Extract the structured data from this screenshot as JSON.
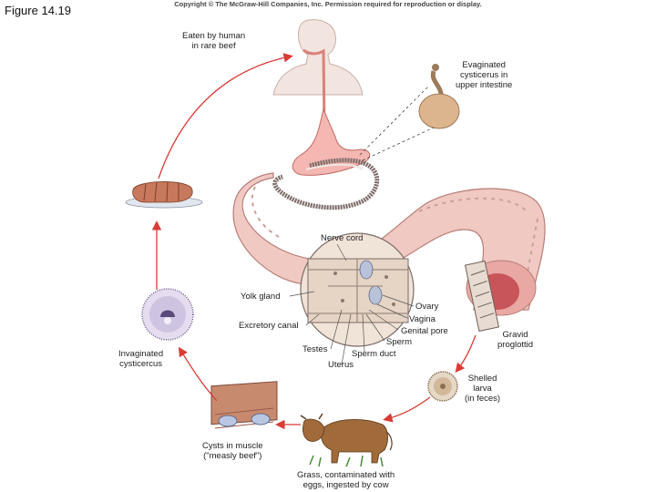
{
  "figure_label": "Figure 14.19",
  "copyright": "Copyright © The McGraw-Hill Companies, Inc. Permission required for reproduction or display.",
  "stages": {
    "human": "Eaten by human\nin rare beef",
    "evaginated": "Evaginated\ncysticerus in\nupper intestine",
    "gravid": "Gravid\nproglottid",
    "shelled": "Shelled\nlarva\n(in feces)",
    "cow": "Grass, contaminated with\neggs, ingested by cow",
    "cysts": "Cysts in muscle\n(\"measly beef\")",
    "invaginated": "Invaginated\ncysticercus"
  },
  "anatomy": {
    "nerve_cord": "Nerve cord",
    "yolk_gland": "Yolk gland",
    "excretory_canal": "Excretory canal",
    "testes": "Testes",
    "uterus": "Uterus",
    "sperm_duct": "Sperm duct",
    "sperm": "Sperm",
    "genital_pore": "Genital pore",
    "vagina": "Vagina",
    "ovary": "Ovary"
  },
  "colors": {
    "cycle_arrow": "#d93b35",
    "human_skin": "#f2e4df",
    "intestine": "#f0c9c2",
    "flesh": "#c8785c",
    "cow": "#a06a3a"
  }
}
